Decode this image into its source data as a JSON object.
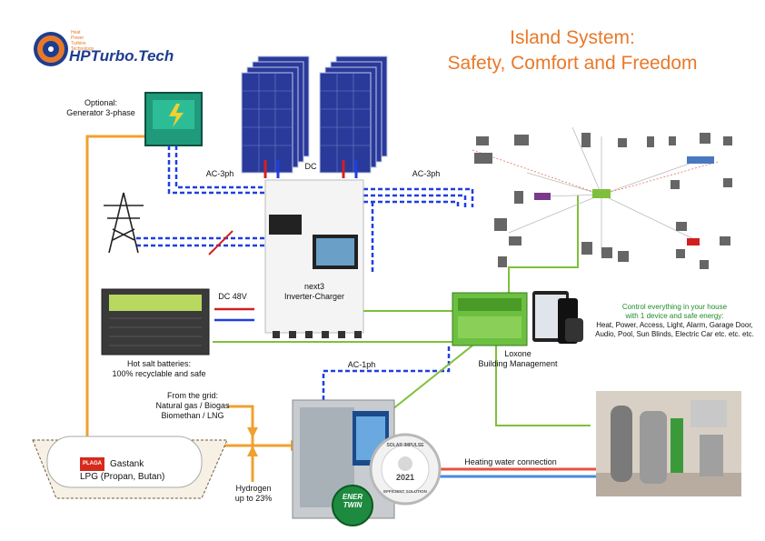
{
  "brand": {
    "name": "HPTurbo.Tech",
    "tagline": "Heat\nPower\nTurbine\nTechnology"
  },
  "title": {
    "line1": "Island System:",
    "line2": "Safety, Comfort and Freedom"
  },
  "labels": {
    "generator": "Optional:\nGenerator 3-phase",
    "ac3ph_left": "AC-3ph",
    "dc": "DC",
    "ac3ph_right": "AC-3ph",
    "dc48v": "DC 48V",
    "inverter": "next3\nInverter-Charger",
    "batteries": "Hot salt batteries:\n100% recyclable and safe",
    "loxone": "Loxone\nBuilding Management",
    "ac1ph": "AC-1ph",
    "from_grid": "From the grid:\nNatural gas / Biogas\nBiomethan / LNG",
    "gastank_brand": "PLAGA",
    "gastank": "Gastank\nLPG (Propan, Butan)",
    "hydrogen": "Hydrogen\nup to 23%",
    "heating": "Heating water connection",
    "control_title": "Control everything in your house\nwith 1 device and safe energy:",
    "control_body": "Heat, Power, Access, Light, Alarm, Garage Door, Audio, Pool, Sun Blinds, Electric Car etc. etc. etc."
  },
  "badges": {
    "enertwin": "ENER\nTWIN",
    "solar_impulse_top": "SOLAR IMPULSE",
    "solar_impulse_year": "2021",
    "solar_impulse_bottom": "EFFICIENT SOLUTION"
  },
  "colors": {
    "title": "#e8792a",
    "brand": "#1d3d8f",
    "gas_line": "#f0a030",
    "ac_line": "#1f3ee0",
    "green_line": "#7ec03a",
    "dc_red": "#d22020",
    "dc_blue": "#1f3ee0",
    "water_red": "#e85040",
    "water_blue": "#4a88e0"
  }
}
